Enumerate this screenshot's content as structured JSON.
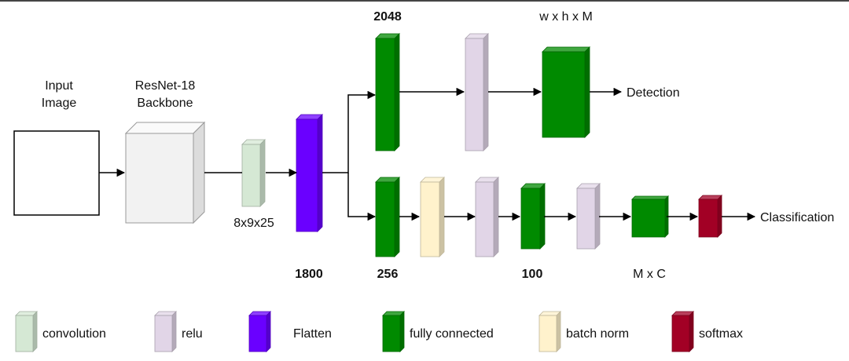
{
  "colors": {
    "convolution": "#d5e8d4",
    "relu": "#e1d5e7",
    "flatten": "#6a00ff",
    "fully_connected": "#008a00",
    "batch_norm": "#fff2cc",
    "softmax": "#a20025",
    "input": "#ffffff",
    "backbone": "#f5f5f5"
  },
  "labels": {
    "input_line1": "Input",
    "input_line2": "Image",
    "backbone_line1": "ResNet-18",
    "backbone_line2": "Backbone",
    "conv_dims": "8x9x25",
    "flatten_dims": "1800",
    "det_fc_dims": "2048",
    "det_out_dims": "w x h x M",
    "cls_fc1_dims": "256",
    "cls_fc2_dims": "100",
    "cls_out_dims": "M x C",
    "detection": "Detection",
    "classification": "Classification"
  },
  "legend": [
    {
      "key": "convolution",
      "label": "convolution"
    },
    {
      "key": "relu",
      "label": "relu"
    },
    {
      "key": "flatten",
      "label": "Flatten"
    },
    {
      "key": "fully_connected",
      "label": "fully connected"
    },
    {
      "key": "batch_norm",
      "label": "batch norm"
    },
    {
      "key": "softmax",
      "label": "softmax"
    }
  ]
}
